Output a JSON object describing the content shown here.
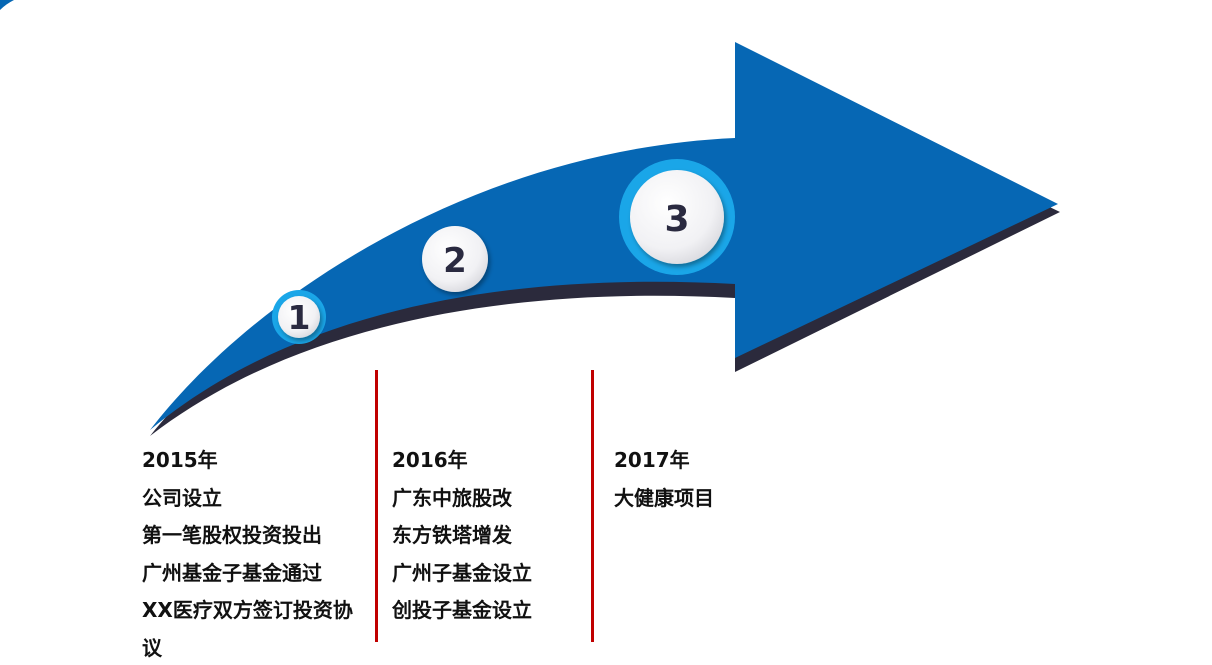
{
  "colors": {
    "arrow_blue": "#0667b4",
    "arrow_shadow": "#2b2a3c",
    "ring_light": "#1aa6e8",
    "circle_face": "#f4f4f6",
    "number_text": "#2a2a40",
    "divider_red": "#c00000",
    "text": "#111111"
  },
  "milestones": [
    {
      "number": "1"
    },
    {
      "number": "2"
    },
    {
      "number": "3"
    }
  ],
  "timeline": [
    {
      "year": "2015年",
      "items": [
        "公司设立",
        "第一笔股权投资投出",
        "广州基金子基金通过",
        "XX医疗双方签订投资协",
        "议"
      ]
    },
    {
      "year": "2016年",
      "items": [
        "广东中旅股改",
        "东方铁塔增发",
        "广州子基金设立",
        "创投子基金设立"
      ]
    },
    {
      "year": "2017年",
      "items": [
        "大健康项目"
      ]
    }
  ]
}
